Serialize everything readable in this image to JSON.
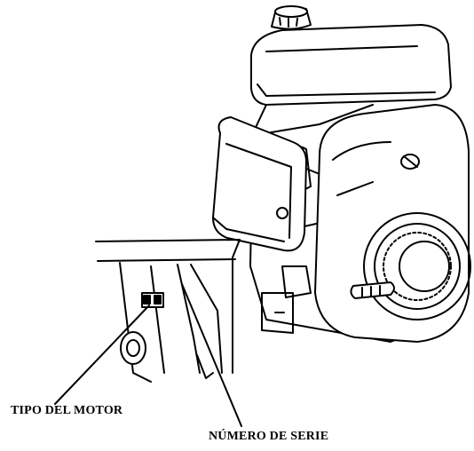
{
  "diagram": {
    "callouts": [
      {
        "id": "engine-type",
        "text": "TIPO DEL MOTOR"
      },
      {
        "id": "serial-number",
        "text": "NÚMERO DE SERIE"
      }
    ]
  }
}
